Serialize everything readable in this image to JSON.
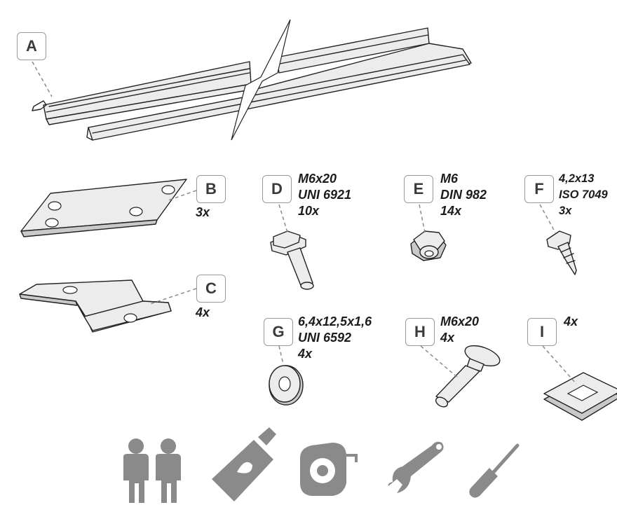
{
  "parts": {
    "A": {
      "label": "A"
    },
    "B": {
      "label": "B",
      "qty": "3x"
    },
    "C": {
      "label": "C",
      "qty": "4x"
    },
    "D": {
      "label": "D",
      "spec": [
        "M6x20",
        "UNI 6921",
        "10x"
      ]
    },
    "E": {
      "label": "E",
      "spec": [
        "M6",
        "DIN 982",
        "14x"
      ]
    },
    "F": {
      "label": "F",
      "spec": [
        "4,2x13",
        "ISO 7049",
        "3x"
      ]
    },
    "G": {
      "label": "G",
      "spec": [
        "6,4x12,5x1,6",
        "UNI 6592",
        "4x"
      ]
    },
    "H": {
      "label": "H",
      "spec": [
        "M6x20",
        "4x"
      ]
    },
    "I": {
      "label": "I",
      "qty": "4x"
    }
  },
  "tools": [
    "two-persons-icon",
    "sealant-tube-icon",
    "tape-measure-icon",
    "wrench-icon",
    "screwdriver-icon"
  ],
  "colors": {
    "ink": "#1c1c1c",
    "part_fill": "#e9e9e9",
    "tool_grey": "#8a8a8a",
    "badge_border": "#9a9a9a"
  }
}
